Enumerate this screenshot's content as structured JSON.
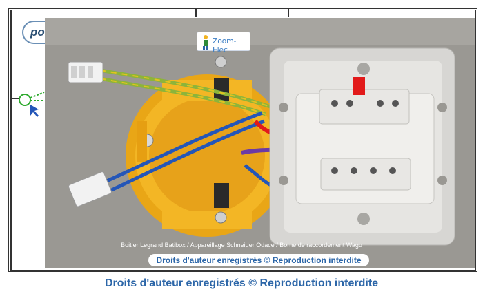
{
  "background_plan": {
    "pill_text": "po"
  },
  "photo": {
    "logo_text": "Zoom-Elec",
    "caption": "Boitier Legrand Batibox / Appareillage Schneider Odace / Borne de raccordement Wago",
    "copyright": "Droits d'auteur enregistrés © Reproduction interdite"
  },
  "page": {
    "copyright": "Droits d'auteur enregistrés © Reproduction interdite"
  },
  "colors": {
    "copyright_text": "#2c66a8",
    "box_yellow": "#f2b320",
    "wire_red": "#e21a1a",
    "wire_blue": "#2456b8",
    "wire_purple": "#6b3aa5",
    "wire_earth_green": "#8db43a"
  }
}
